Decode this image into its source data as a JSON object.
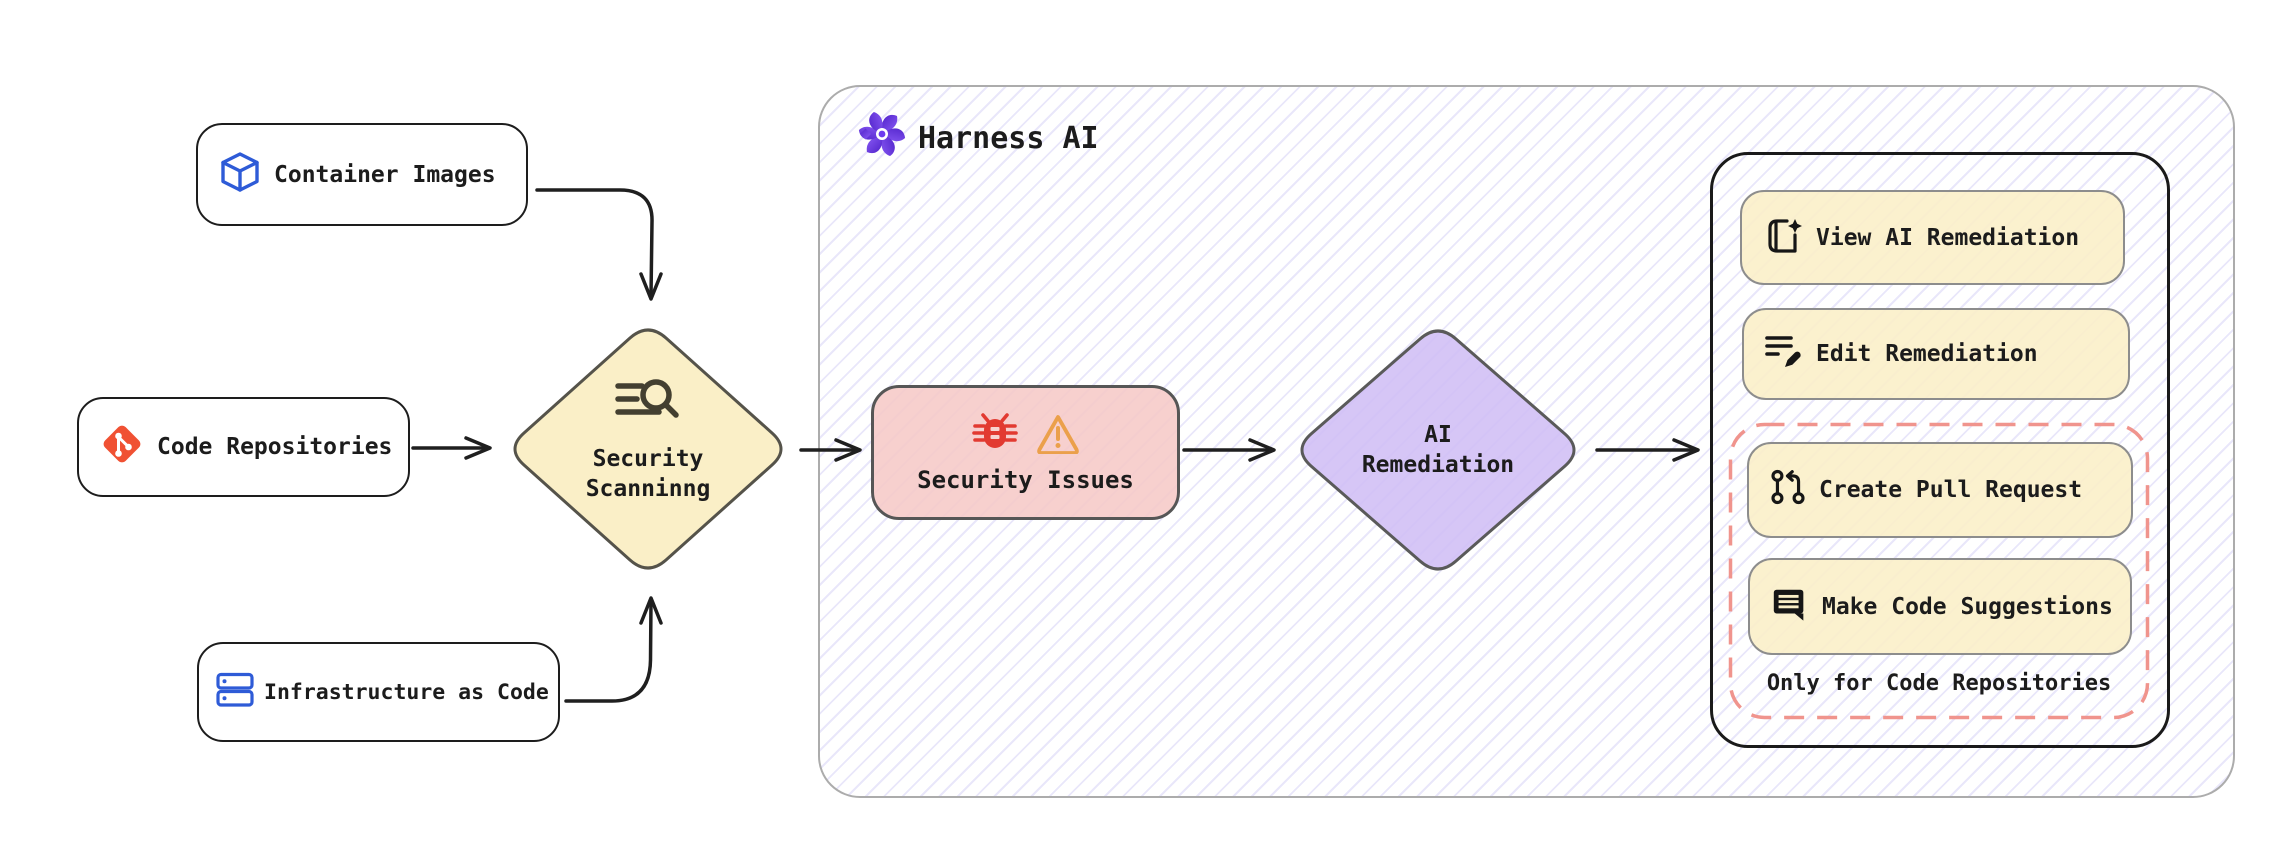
{
  "sources": {
    "container_images": {
      "label": "Container Images",
      "icon": "cube-icon"
    },
    "code_repositories": {
      "label": "Code Repositories",
      "icon": "git-icon"
    },
    "infrastructure_as_code": {
      "label": "Infrastructure as Code",
      "icon": "server-stack-icon"
    }
  },
  "scanning": {
    "line1": "Security",
    "line2": "Scanninng",
    "icon": "scan-search-icon"
  },
  "harness": {
    "title": "Harness AI",
    "icon": "harness-pinwheel-icon"
  },
  "issues": {
    "label": "Security Issues",
    "icons": [
      "bug-icon",
      "warning-triangle-icon"
    ]
  },
  "remediation": {
    "line1": "AI",
    "line2": "Remediation"
  },
  "actions": {
    "view_label": "View AI Remediation",
    "edit_label": "Edit Remediation",
    "create_pr_label": "Create Pull Request",
    "suggestions_label": "Make Code Suggestions",
    "note": "Only for Code Repositories"
  },
  "colors": {
    "node_fill_yellow": "#faefc7",
    "node_fill_pink": "#f6c8c5",
    "node_fill_purple": "#d1bff5",
    "button_fill": "#faefc7",
    "dashed_border": "#f0948d",
    "hatch_line": "#7d71e4",
    "icon_blue": "#2e5bd7",
    "git_orange": "#f05133",
    "bug_red": "#e23a31",
    "warning_orange": "#eba04b",
    "harness_purple": "#6d3bef",
    "stroke_dark": "#1f1f1f",
    "container_border": "#acacac"
  }
}
